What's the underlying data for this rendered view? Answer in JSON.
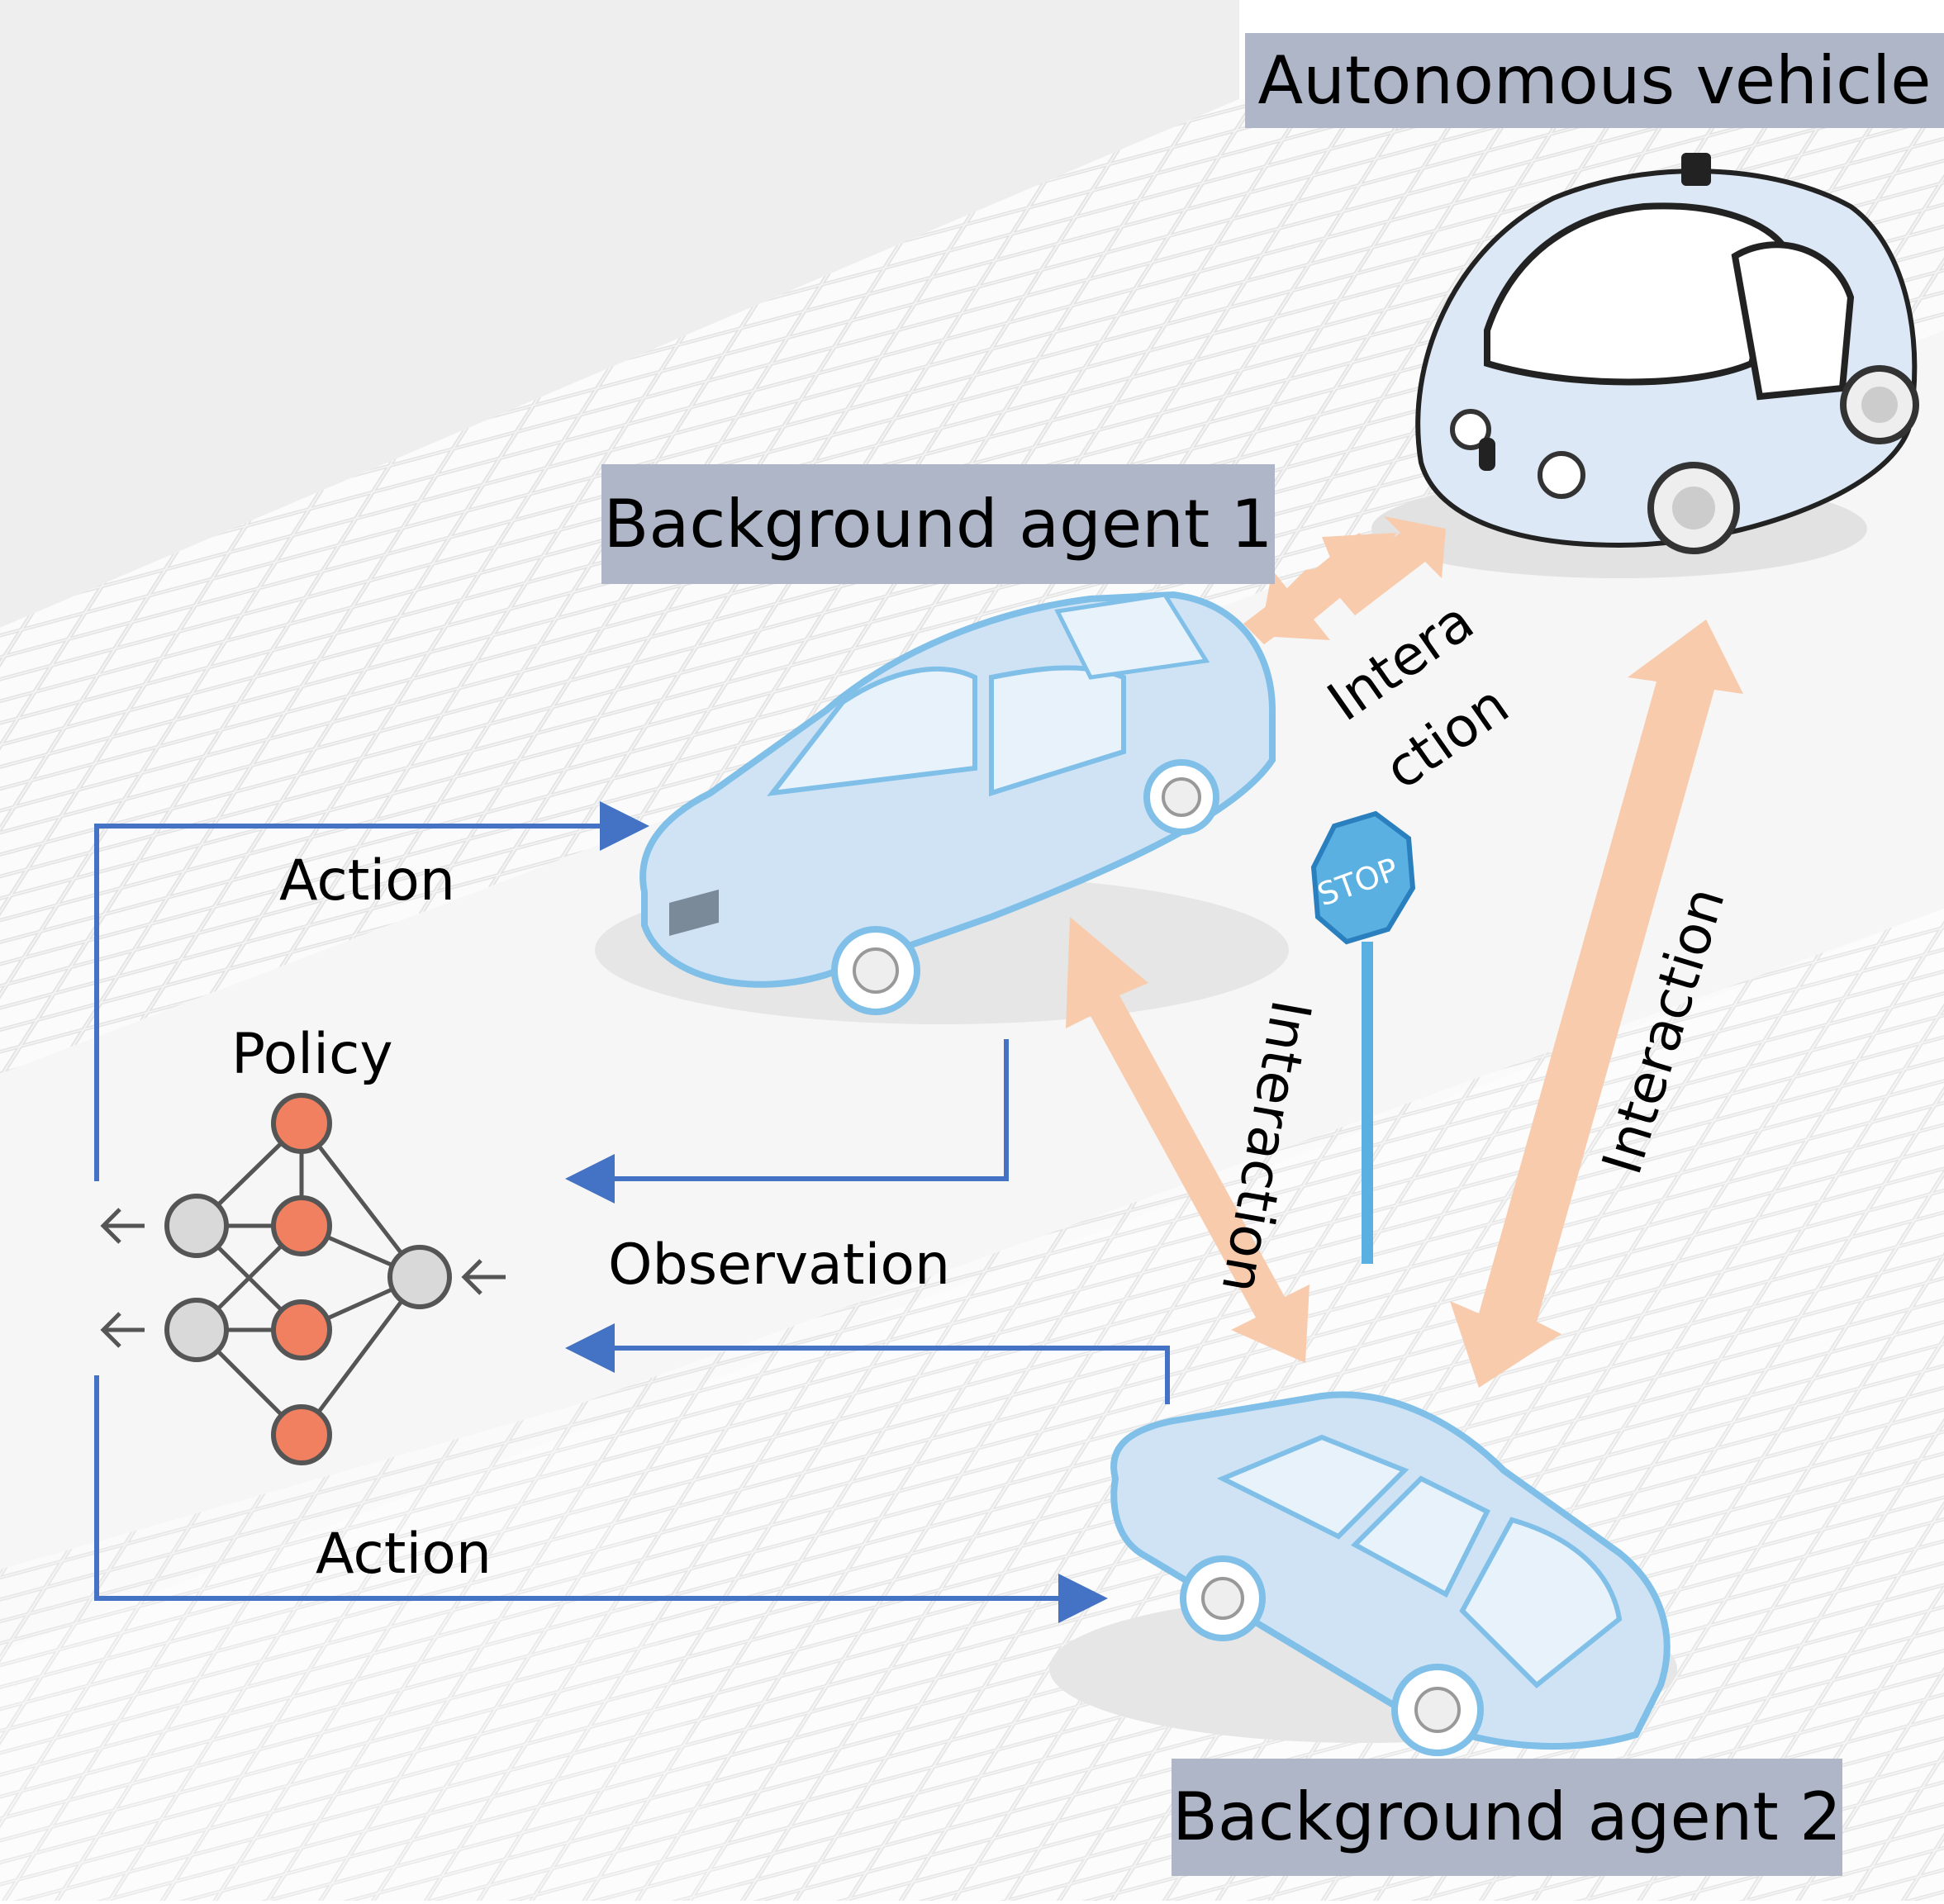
{
  "labels": {
    "autonomous_vehicle": "Autonomous vehicle",
    "background_agent_1": "Background agent 1",
    "background_agent_2": "Background agent 2",
    "action_top": "Action",
    "action_bottom": "Action",
    "policy": "Policy",
    "observation": "Observation",
    "interaction_split_1": "Intera",
    "interaction_split_2": "ction",
    "interaction_middle": "Interaction",
    "interaction_right": "Interaction",
    "stop_sign": "STOP"
  },
  "colors": {
    "label_box": "#aeb6c8",
    "flow_arrow": "#4472c4",
    "interaction_arrow": "#f8cbad",
    "car_fill": "#cfe3f5",
    "car_stroke": "#7fbfe8",
    "policy_node_active": "#f08060",
    "policy_node_idle": "#d9d9d9",
    "road": "#ececec"
  }
}
